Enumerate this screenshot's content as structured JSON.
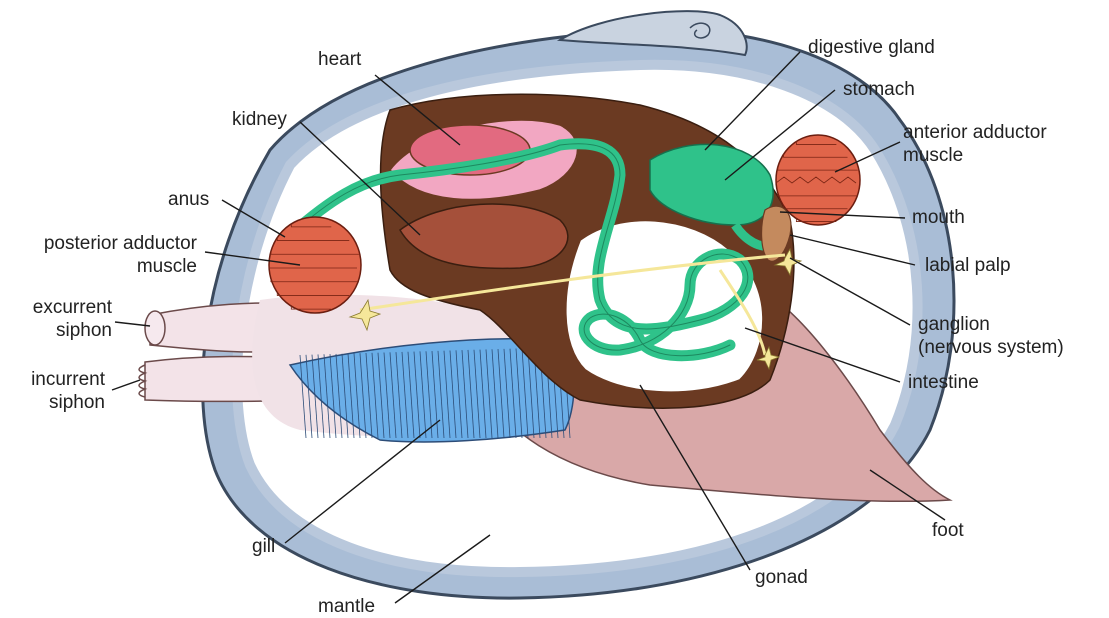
{
  "diagram": {
    "labels": {
      "heart": "heart",
      "kidney": "kidney",
      "anus": "anus",
      "posterior_adductor_line1": "posterior adductor",
      "posterior_adductor_line2": "muscle",
      "excurrent_line1": "excurrent",
      "excurrent_line2": "siphon",
      "incurrent_line1": "incurrent",
      "incurrent_line2": "siphon",
      "gill": "gill",
      "mantle": "mantle",
      "digestive_gland": "digestive gland",
      "stomach": "stomach",
      "anterior_adductor_line1": "anterior adductor",
      "anterior_adductor_line2": "muscle",
      "mouth": "mouth",
      "labial_palp": "labial palp",
      "ganglion_line1": "ganglion",
      "ganglion_line2": "(nervous system)",
      "intestine": "intestine",
      "foot": "foot",
      "gonad": "gonad"
    },
    "colors": {
      "shell": "#a9bdd6",
      "shell_edge": "#3b4a5e",
      "mantle_edge": "#b9c8dc",
      "body": "#d9a8a8",
      "visceral": "#6b3a22",
      "heart": "#e26a80",
      "pericardium": "#f2a7c2",
      "kidney": "#a5503a",
      "adductor": "#e0654a",
      "digestive": "#2fc28a",
      "gill": "#6aaee8",
      "gonad": "#ffffff",
      "nerve": "#f5e79a",
      "siphon": "#f3e3e8"
    }
  }
}
